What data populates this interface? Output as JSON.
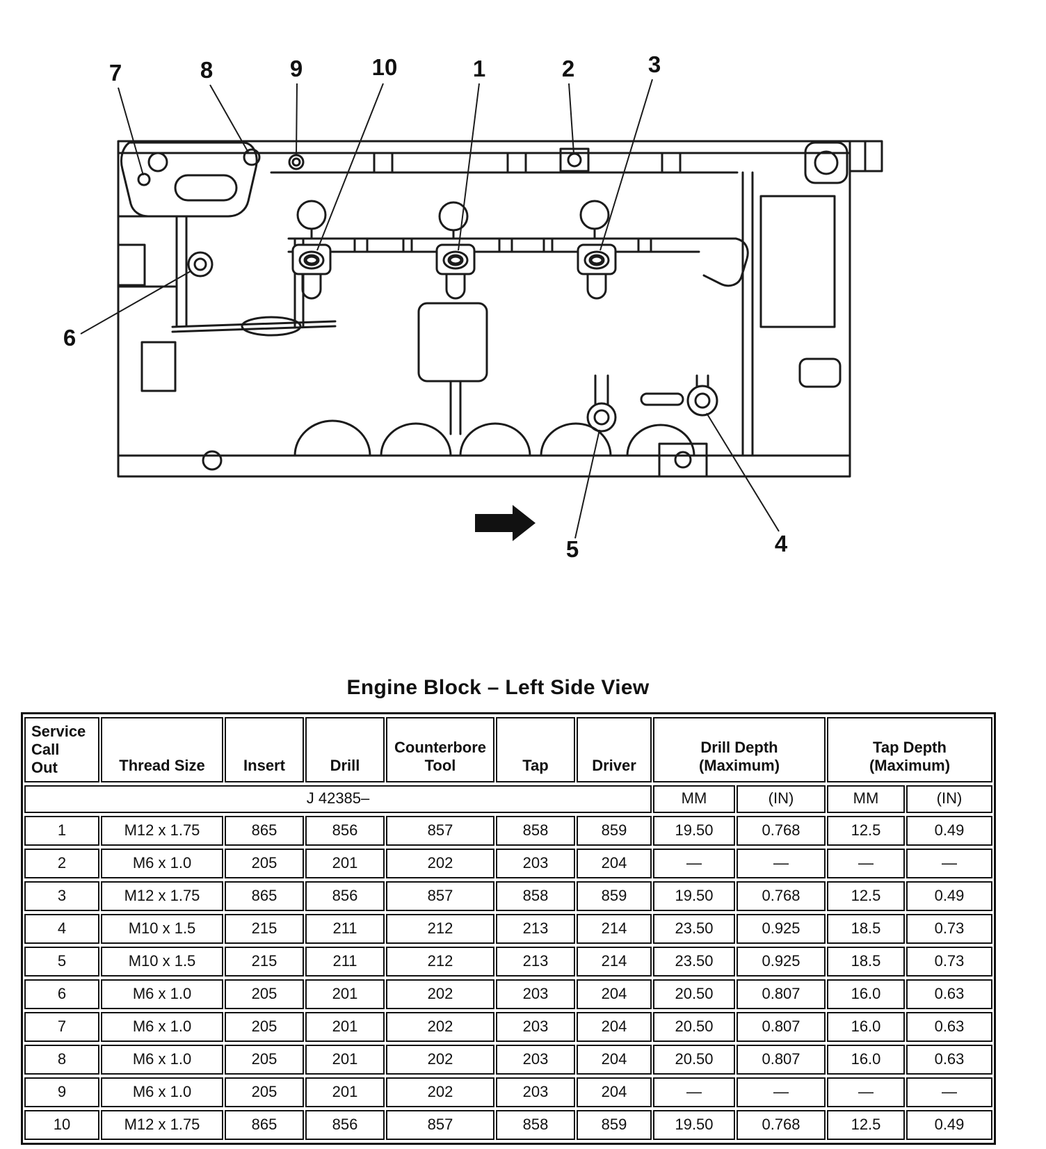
{
  "colors": {
    "ink": "#111111",
    "background": "#ffffff"
  },
  "figure": {
    "callout_labels": [
      "7",
      "8",
      "9",
      "10",
      "1",
      "2",
      "3",
      "6",
      "5",
      "4"
    ]
  },
  "table": {
    "title": "Engine Block – Left Side View",
    "headers": [
      "Service\nCall\nOut",
      "Thread Size",
      "Insert",
      "Drill",
      "Counterbore\nTool",
      "Tap",
      "Driver",
      "Drill Depth\n(Maximum)",
      "Tap Depth\n(Maximum)"
    ],
    "tool_prefix": "J 42385–",
    "unit_headers": [
      "MM",
      "(IN)",
      "MM",
      "(IN)"
    ],
    "rows": [
      [
        "1",
        "M12 x 1.75",
        "865",
        "856",
        "857",
        "858",
        "859",
        "19.50",
        "0.768",
        "12.5",
        "0.49"
      ],
      [
        "2",
        "M6 x 1.0",
        "205",
        "201",
        "202",
        "203",
        "204",
        "—",
        "—",
        "—",
        "—"
      ],
      [
        "3",
        "M12 x 1.75",
        "865",
        "856",
        "857",
        "858",
        "859",
        "19.50",
        "0.768",
        "12.5",
        "0.49"
      ],
      [
        "4",
        "M10 x 1.5",
        "215",
        "211",
        "212",
        "213",
        "214",
        "23.50",
        "0.925",
        "18.5",
        "0.73"
      ],
      [
        "5",
        "M10 x 1.5",
        "215",
        "211",
        "212",
        "213",
        "214",
        "23.50",
        "0.925",
        "18.5",
        "0.73"
      ],
      [
        "6",
        "M6 x 1.0",
        "205",
        "201",
        "202",
        "203",
        "204",
        "20.50",
        "0.807",
        "16.0",
        "0.63"
      ],
      [
        "7",
        "M6 x 1.0",
        "205",
        "201",
        "202",
        "203",
        "204",
        "20.50",
        "0.807",
        "16.0",
        "0.63"
      ],
      [
        "8",
        "M6 x 1.0",
        "205",
        "201",
        "202",
        "203",
        "204",
        "20.50",
        "0.807",
        "16.0",
        "0.63"
      ],
      [
        "9",
        "M6 x 1.0",
        "205",
        "201",
        "202",
        "203",
        "204",
        "—",
        "—",
        "—",
        "—"
      ],
      [
        "10",
        "M12 x 1.75",
        "865",
        "856",
        "857",
        "858",
        "859",
        "19.50",
        "0.768",
        "12.5",
        "0.49"
      ]
    ]
  }
}
